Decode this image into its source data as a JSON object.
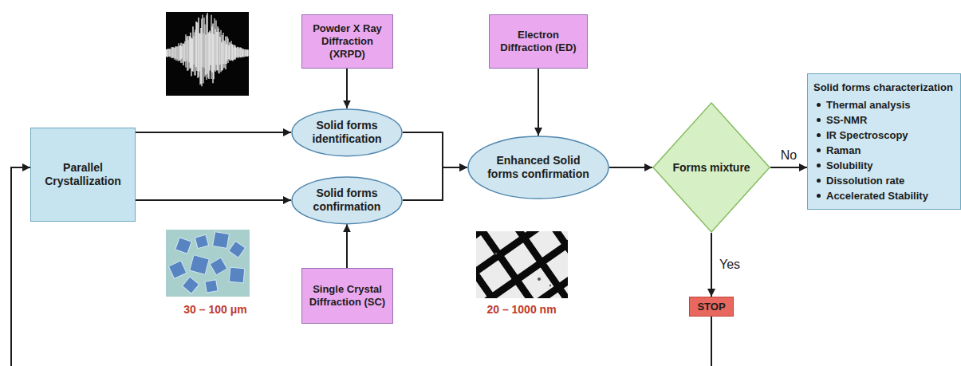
{
  "diagram": {
    "nodes": [
      {
        "text": [
          "Parallel Crystallization"
        ]
      },
      {
        "text": [
          "Powder X Ray Diffraction (XRPD)"
        ]
      },
      {
        "text": [
          "Solid forms identification"
        ]
      },
      {
        "text": [
          "Solid forms confirmation"
        ]
      },
      {
        "text": [
          "Single Crystal Diffraction (SC)"
        ]
      },
      {
        "text": [
          "Electron Diffraction (ED)"
        ]
      },
      {
        "text": [
          "Enhanced Solid forms confirmation"
        ]
      },
      {
        "text": [
          "Forms mixture"
        ]
      },
      {
        "text": [
          "Solid forms characterization",
          "Thermal analysis",
          "SS-NMR",
          "IR Spectroscopy",
          "Raman",
          "Solubility",
          "Dissolution rate",
          "Accelerated Stability"
        ]
      },
      {
        "text": [
          "STOP"
        ]
      }
    ],
    "edges": [
      {
        "from": 0,
        "to": 2,
        "arrow": "to"
      },
      {
        "from": 0,
        "to": 3,
        "arrow": "to"
      },
      {
        "from": 1,
        "to": 2,
        "arrow": "to"
      },
      {
        "from": 4,
        "to": 3,
        "arrow": "to"
      },
      {
        "from": 2,
        "to": 6,
        "arrow": "to"
      },
      {
        "from": 3,
        "to": 6,
        "arrow": "to"
      },
      {
        "from": 5,
        "to": 6,
        "arrow": "to"
      },
      {
        "from": 6,
        "to": 7,
        "arrow": "to"
      },
      {
        "from": 7,
        "to": 8,
        "label": "No",
        "arrow": "to"
      },
      {
        "from": 7,
        "to": 9,
        "label": "Yes",
        "arrow": "to"
      },
      {
        "from": 9,
        "to": 0,
        "arrow": "to"
      }
    ],
    "labels": [
      "30 – 100 μm",
      "20 – 1000 nm"
    ]
  }
}
